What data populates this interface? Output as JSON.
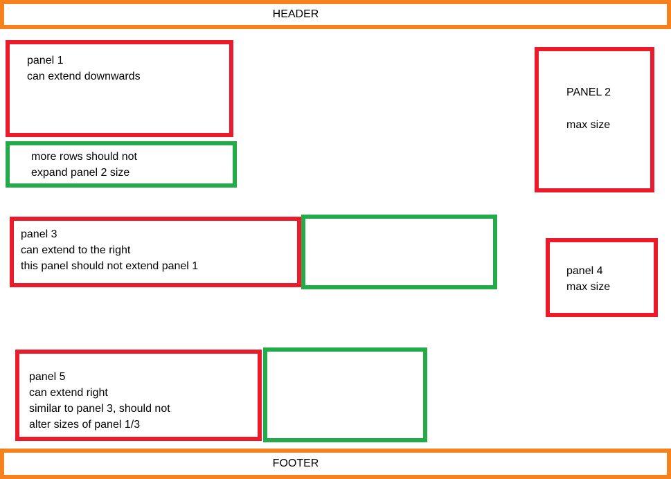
{
  "colors": {
    "orange": "#F5821F",
    "red": "#EC1B2C",
    "green": "#23AB4A",
    "text": "#000000",
    "background": "#FFFFFF"
  },
  "header": {
    "label": "HEADER"
  },
  "footer": {
    "label": "FOOTER"
  },
  "panel1": {
    "line1": "panel 1",
    "line2": "can extend downwards"
  },
  "panel1_note": {
    "line1": "more rows should not",
    "line2": "expand panel 2 size"
  },
  "panel2": {
    "line1": "PANEL 2",
    "line2": "max size"
  },
  "panel3": {
    "line1": "panel 3",
    "line2": "can extend to the right",
    "line3": "this panel should not extend panel 1"
  },
  "panel4": {
    "line1": "panel 4",
    "line2": "max size"
  },
  "panel5": {
    "line1": "panel 5",
    "line2": "can extend right",
    "line3": "similar to panel 3, should not",
    "line4": "alter sizes of panel 1/3"
  }
}
